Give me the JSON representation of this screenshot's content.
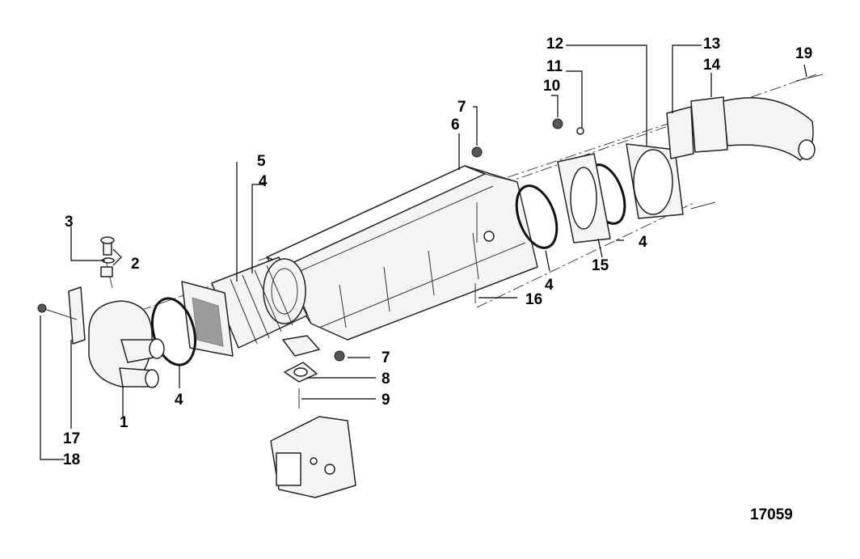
{
  "figure_number": "17059",
  "callouts": [
    {
      "id": "c1",
      "label": "1"
    },
    {
      "id": "c2",
      "label": "2"
    },
    {
      "id": "c3",
      "label": "3"
    },
    {
      "id": "c4a",
      "label": "4"
    },
    {
      "id": "c4b",
      "label": "4"
    },
    {
      "id": "c4c",
      "label": "4"
    },
    {
      "id": "c4d",
      "label": "4"
    },
    {
      "id": "c5",
      "label": "5"
    },
    {
      "id": "c6",
      "label": "6"
    },
    {
      "id": "c7a",
      "label": "7"
    },
    {
      "id": "c7b",
      "label": "7"
    },
    {
      "id": "c8",
      "label": "8"
    },
    {
      "id": "c9",
      "label": "9"
    },
    {
      "id": "c10",
      "label": "10"
    },
    {
      "id": "c11",
      "label": "11"
    },
    {
      "id": "c12",
      "label": "12"
    },
    {
      "id": "c13",
      "label": "13"
    },
    {
      "id": "c14",
      "label": "14"
    },
    {
      "id": "c15",
      "label": "15"
    },
    {
      "id": "c16",
      "label": "16"
    },
    {
      "id": "c17",
      "label": "17"
    },
    {
      "id": "c18",
      "label": "18"
    },
    {
      "id": "c19",
      "label": "19"
    }
  ]
}
